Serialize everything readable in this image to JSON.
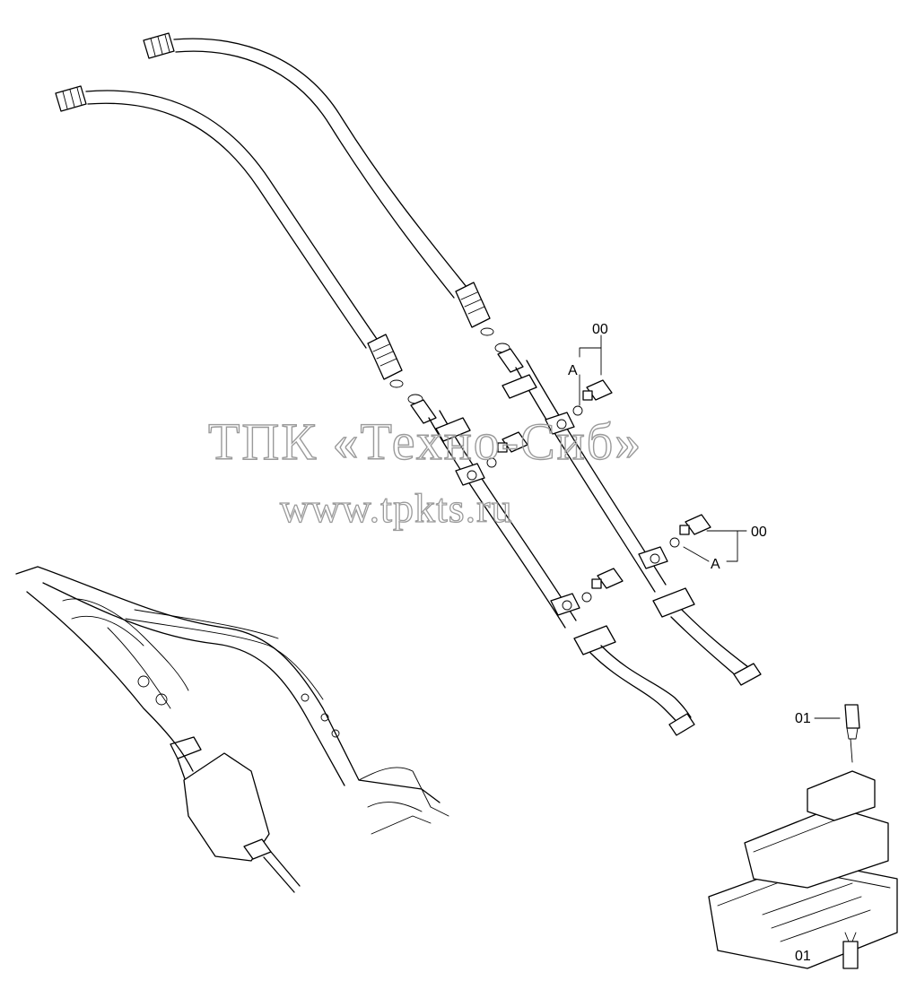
{
  "watermark": {
    "line1": "ТПК «Техно-Сиб»",
    "line2": "www.tpkts.ru",
    "color": "#9a9a9a"
  },
  "callouts": {
    "kit_top": "00",
    "kit_top_sub": "A",
    "kit_right": "00",
    "kit_right_sub": "A",
    "valve_top": "01",
    "valve_bottom": "01"
  }
}
